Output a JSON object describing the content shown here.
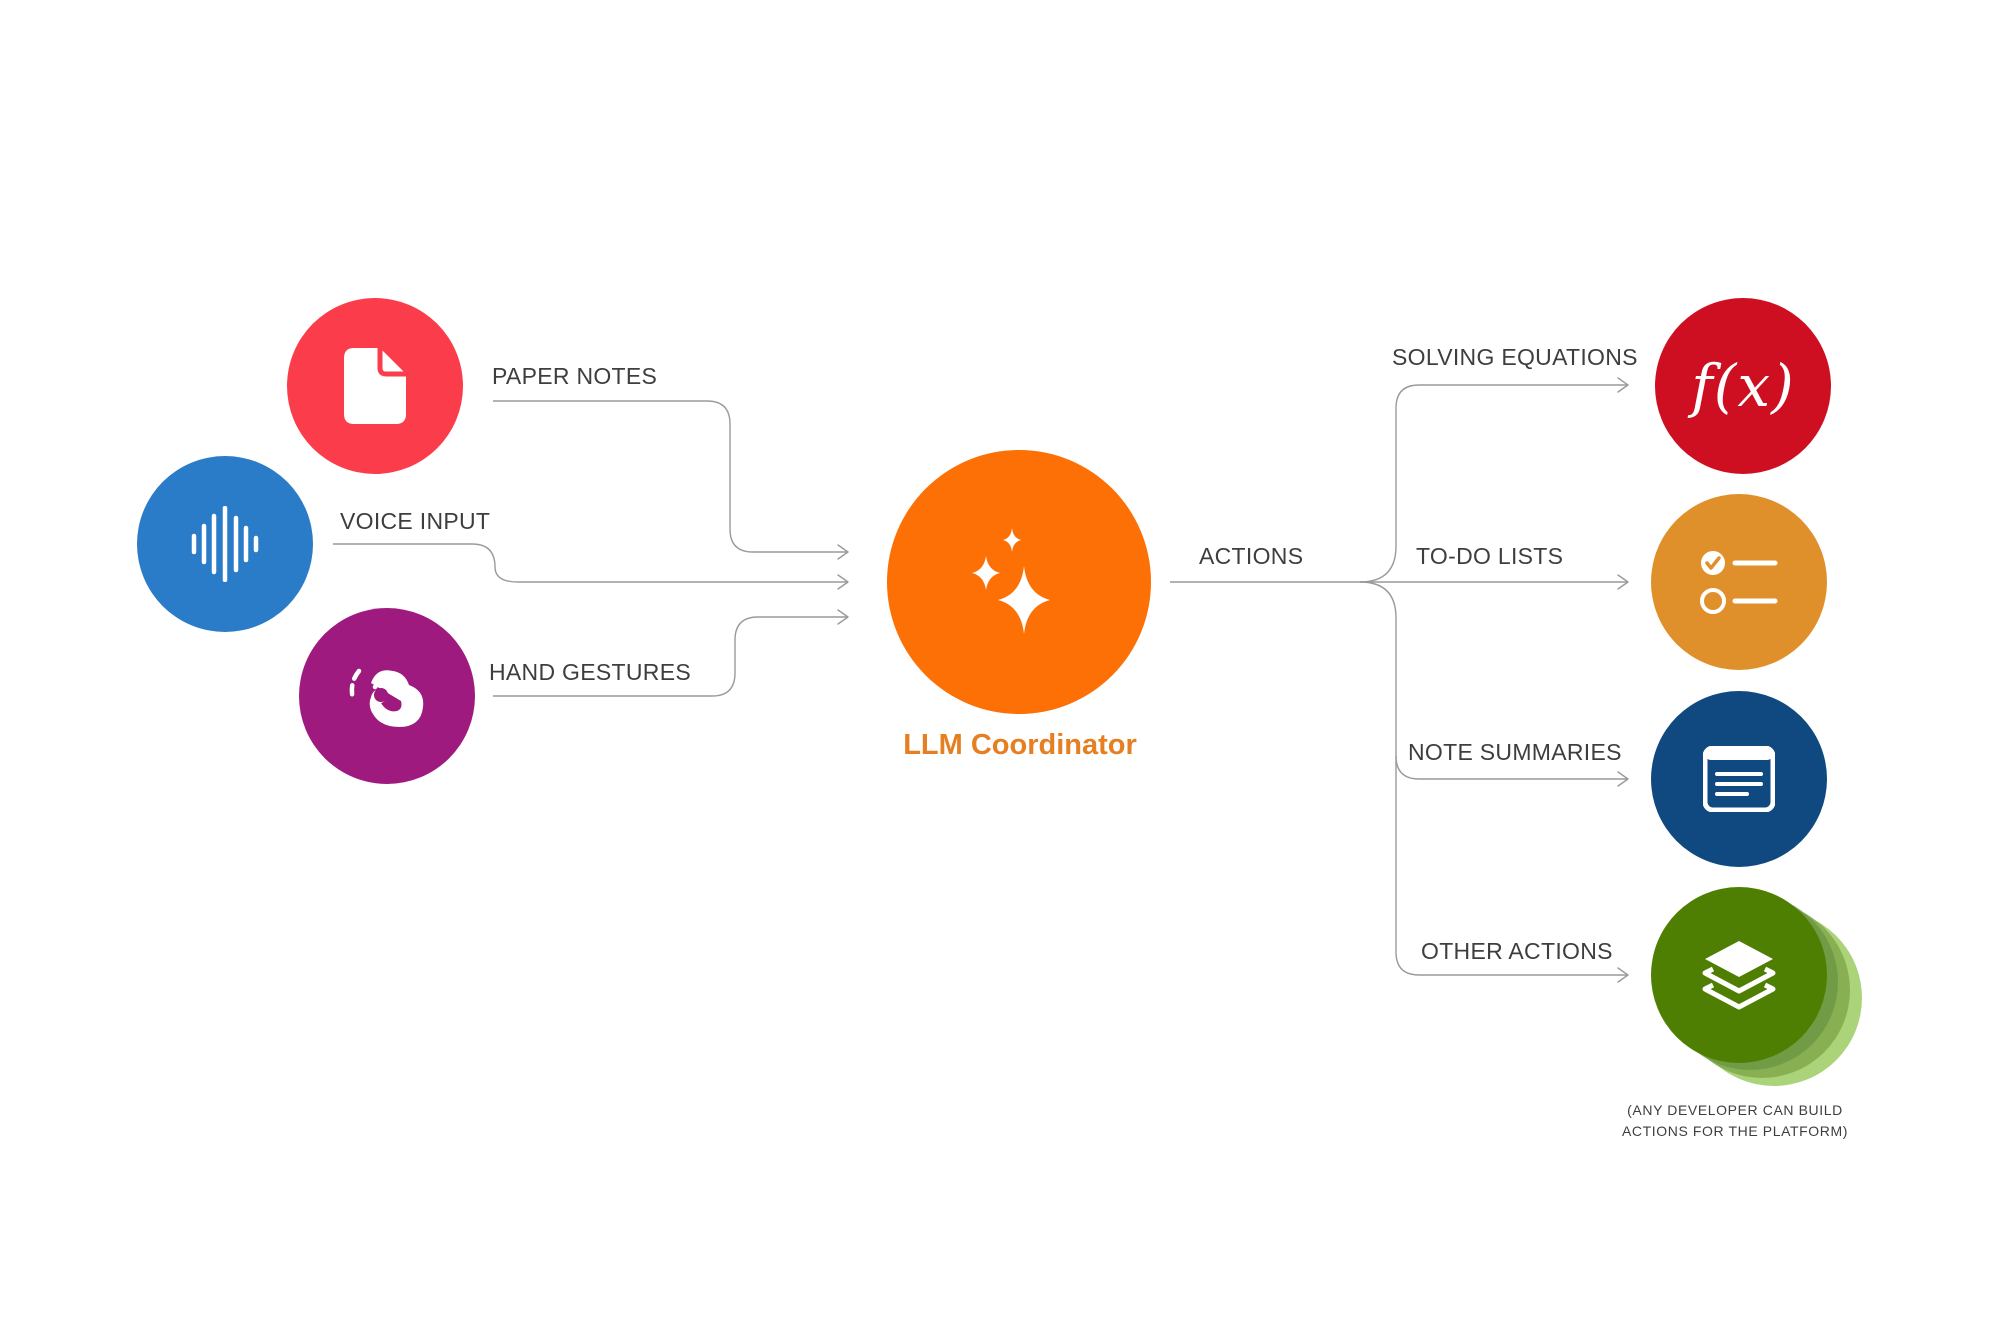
{
  "inputs": {
    "paper_notes": "PAPER NOTES",
    "voice_input": "VOICE INPUT",
    "hand_gestures": "HAND GESTURES"
  },
  "coordinator": {
    "label": "LLM Coordinator",
    "actions_label": "ACTIONS"
  },
  "outputs": {
    "solving_equations": "SOLVING EQUATIONS",
    "fx_text": "f(x)",
    "todo_lists": "TO-DO LISTS",
    "note_summaries": "NOTE SUMMARIES",
    "other_actions": "OTHER ACTIONS"
  },
  "footnote": {
    "line1": "(ANY DEVELOPER CAN BUILD",
    "line2": "ACTIONS FOR THE PLATFORM)"
  },
  "icons": {
    "paper_notes": "document-icon",
    "voice_input": "waveform-icon",
    "hand_gestures": "pinch-gesture-icon",
    "coordinator": "sparkles-icon",
    "solving_equations": "function-icon",
    "todo_lists": "checklist-icon",
    "note_summaries": "summary-window-icon",
    "other_actions": "layers-icon"
  },
  "colors": {
    "paper_notes": "#fb3c4a",
    "voice_input": "#2a7bc8",
    "hand_gestures": "#9e1a7f",
    "coordinator": "#fc7005",
    "coordinator_label": "#e67e22",
    "solving_equations": "#cd0f21",
    "todo_lists": "#e0902a",
    "note_summaries": "#10497f",
    "other_actions": "#4f7f02",
    "other_actions_ghost": "#9ccb63",
    "connector": "#9a9a9a",
    "text": "#3e3e3e"
  }
}
